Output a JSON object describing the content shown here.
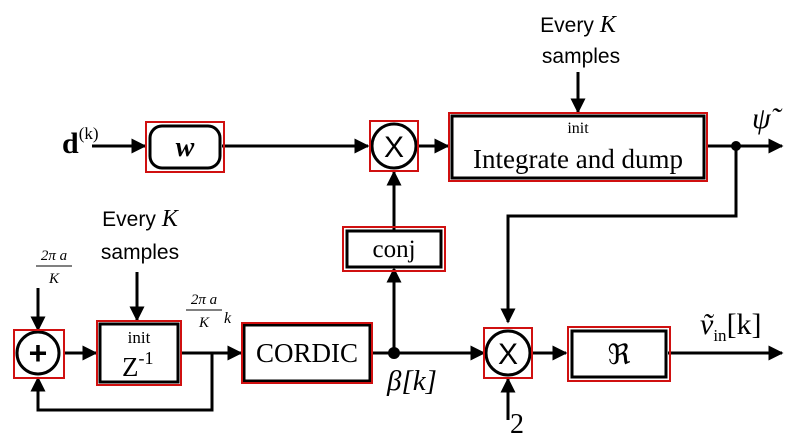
{
  "colors": {
    "line": "#000000",
    "highlight_box": "#d01010",
    "background": "#ffffff"
  },
  "inputs": {
    "d_symbol": "d",
    "d_superscript": "(k)",
    "phase_increment": {
      "numerator": "2π a",
      "denominator": "K"
    },
    "two": "2"
  },
  "notes": {
    "top_line1": "Every",
    "top_var": "K",
    "top_line2": "samples",
    "left_line1": "Every",
    "left_var": "K",
    "left_line2": "samples"
  },
  "blocks": {
    "w": "w",
    "mult1": "X",
    "integrate_init": "init",
    "integrate": "Integrate and dump",
    "conj": "conj",
    "adder": "+",
    "delay_init": "init",
    "delay_base": "Z",
    "delay_exp": "-1",
    "cordic": "CORDIC",
    "mult2": "X",
    "real_part": "ℜ"
  },
  "signals": {
    "psi_out": "ψ̃",
    "phase_label": {
      "numerator": "2π a",
      "denominator": "K",
      "suffix": "k"
    },
    "beta_label": "β[k]",
    "vin_main": "ṽ",
    "vin_sub": "in",
    "vin_idx": "[k]"
  }
}
